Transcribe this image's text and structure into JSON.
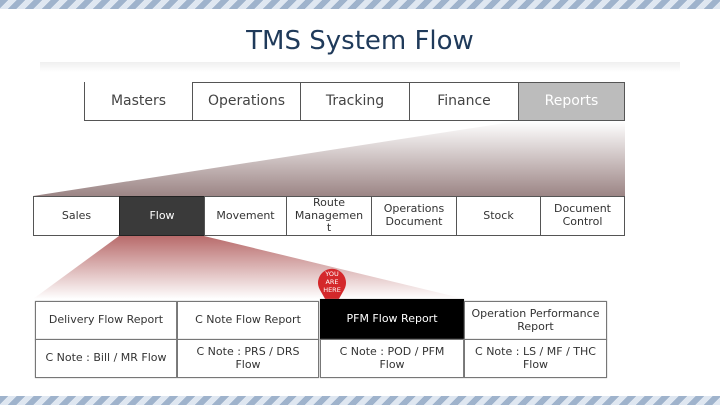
{
  "title": "TMS System Flow",
  "top_menu": [
    "Masters",
    "Operations",
    "Tracking",
    "Finance",
    "Reports"
  ],
  "reports_menu": [
    "Sales",
    "Flow",
    "Movement",
    "Route Managemen t",
    "Operations Document",
    "Stock",
    "Document Control"
  ],
  "marker": {
    "line1": "YOU",
    "line2": "ARE",
    "line3": "HERE"
  },
  "flow_reports": {
    "row1": [
      "Delivery Flow Report",
      "C Note Flow Report",
      "PFM Flow Report",
      "Operation Performance Report"
    ],
    "row2": [
      "C Note : Bill / MR Flow",
      "C Note : PRS / DRS Flow",
      "C Note : POD / PFM Flow",
      "C Note : LS / MF / THC Flow"
    ]
  },
  "colors": {
    "selected_top": "#bcbcbc",
    "selected_flow": "#3a3a3a",
    "selected_report": "#000000",
    "marker": "#d4282b",
    "title": "#1f3a5a"
  }
}
